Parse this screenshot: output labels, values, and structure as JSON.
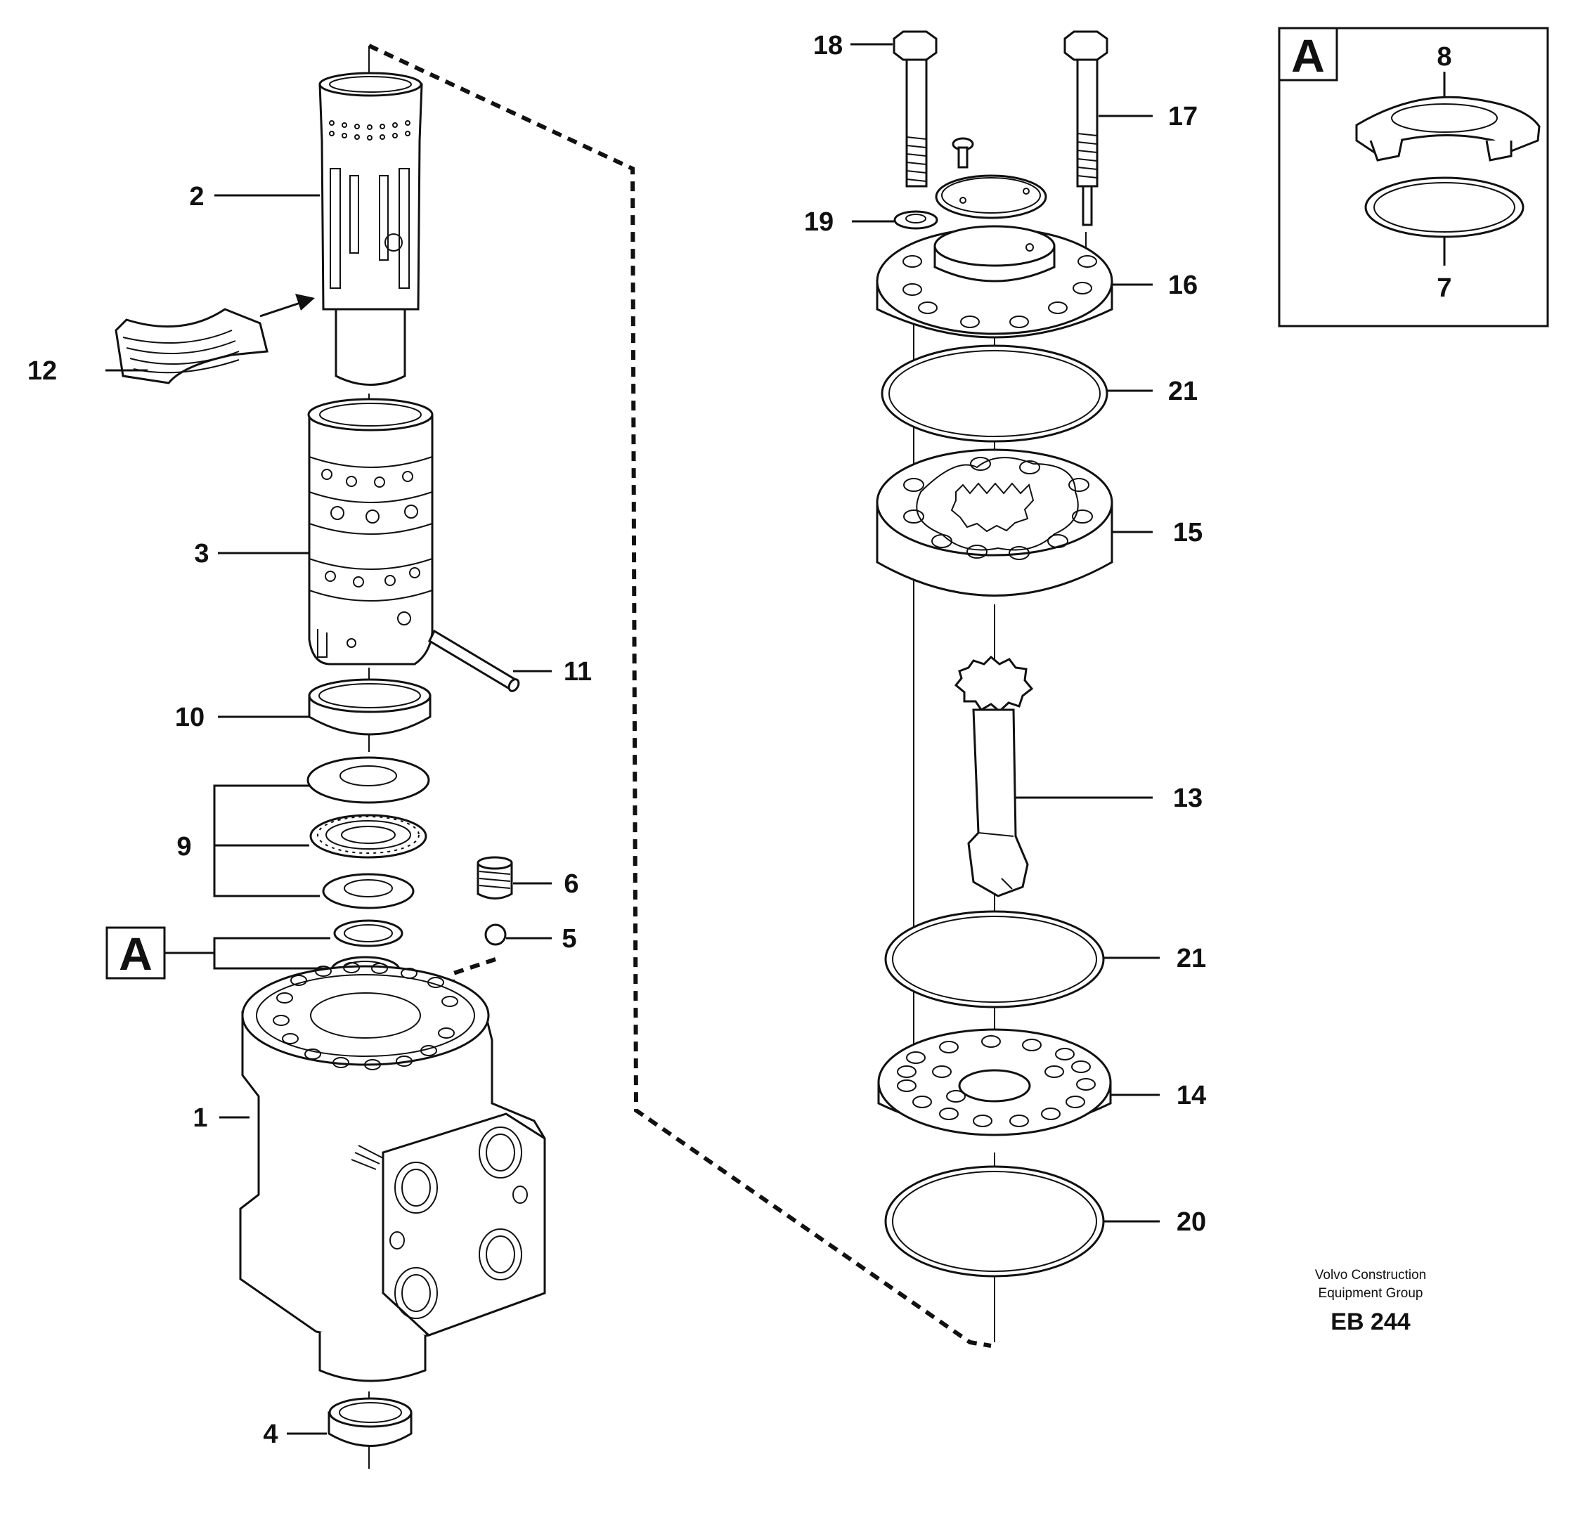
{
  "callouts": {
    "c1": "1",
    "c2": "2",
    "c3": "3",
    "c4": "4",
    "c5": "5",
    "c6": "6",
    "c7": "7",
    "c8": "8",
    "c9": "9",
    "c10": "10",
    "c11": "11",
    "c12": "12",
    "c13": "13",
    "c14": "14",
    "c15": "15",
    "c16": "16",
    "c17": "17",
    "c18": "18",
    "c19": "19",
    "c20": "20",
    "c21a": "21",
    "c21b": "21"
  },
  "detail": {
    "box_letter": "A",
    "ref_letter": "A"
  },
  "credit": {
    "line1": "Volvo Construction",
    "line2": "Equipment Group",
    "code": "EB 244"
  }
}
